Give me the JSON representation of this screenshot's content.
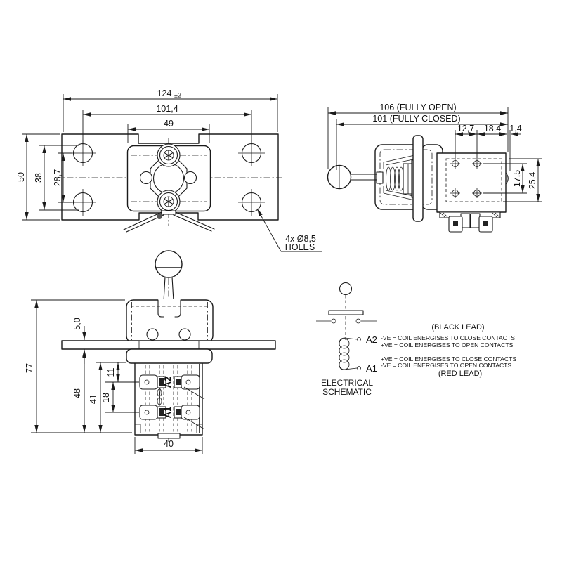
{
  "colors": {
    "line": "#1a1a1a",
    "background": "#ffffff"
  },
  "plan": {
    "dim_overall": "124",
    "dim_overall_tol": "±2",
    "dim_hole_span": "101,4",
    "dim_body_width": "49",
    "dim_plate_height": "50",
    "dim_edge": "38",
    "dim_hole_pitch": "28,7",
    "note_line1": "4x Ø8,5",
    "note_line2": "HOLES"
  },
  "side": {
    "dim_fully_open": "106 (FULLY OPEN)",
    "dim_fully_closed": "101 (FULLY CLOSED)",
    "dim_12_7": "12,7",
    "dim_18_4": "18,4",
    "dim_1_4": "1,4",
    "dim_17_5": "17,5",
    "dim_25_4": "25,4"
  },
  "front": {
    "dim_total_height": "77",
    "dim_plate_thickness": "5,0",
    "dim_lower_height": "48",
    "dim_body_height": "41",
    "dim_11": "11",
    "dim_18": "18",
    "dim_width": "40",
    "terminal_upper": "A2",
    "terminal_lower": "A1"
  },
  "schematic": {
    "terminal_upper": "A2",
    "terminal_lower": "A1",
    "caption_line1": "ELECTRICAL",
    "caption_line2": "SCHEMATIC",
    "black_lead": "(BLACK LEAD)",
    "black_note1": "-VE = COIL ENERGISES TO CLOSE CONTACTS",
    "black_note2": "+VE  = COIL ENERGISES TO OPEN CONTACTS",
    "red_note1": "+VE  = COIL ENERGISES TO CLOSE CONTACTS",
    "red_note2": "-VE = COIL ENERGISES TO OPEN CONTACTS",
    "red_lead": "(RED LEAD)"
  }
}
